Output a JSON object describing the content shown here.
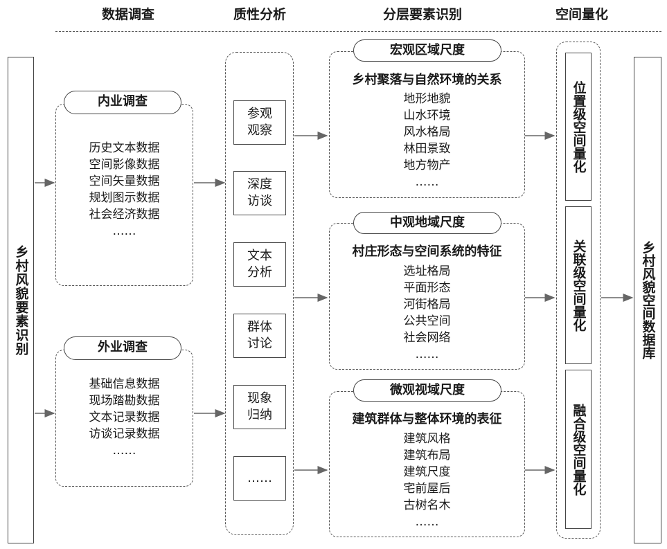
{
  "headers": [
    "数据调查",
    "质性分析",
    "分层要素识别",
    "空间量化"
  ],
  "left_label": "乡村风貌要素识别",
  "right_label": "乡村风貌空间数据库",
  "surveys": [
    {
      "title": "内业调查",
      "items": [
        "历史文本数据",
        "空间影像数据",
        "空间矢量数据",
        "规划图示数据",
        "社会经济数据",
        "……"
      ]
    },
    {
      "title": "外业调查",
      "items": [
        "基础信息数据",
        "现场踏勘数据",
        "文本记录数据",
        "访谈记录数据",
        "……"
      ]
    }
  ],
  "methods": [
    [
      "参观",
      "观察"
    ],
    [
      "深度",
      "访谈"
    ],
    [
      "文本",
      "分析"
    ],
    [
      "群体",
      "讨论"
    ],
    [
      "现象",
      "归纳"
    ],
    [
      "……"
    ]
  ],
  "scales": [
    {
      "title": "宏观区域尺度",
      "subtitle": "乡村聚落与自然环境的关系",
      "items": [
        "地形地貌",
        "山水环境",
        "风水格局",
        "林田景致",
        "地方物产",
        "……"
      ]
    },
    {
      "title": "中观地域尺度",
      "subtitle": "村庄形态与空间系统的特征",
      "items": [
        "选址格局",
        "平面形态",
        "河街格局",
        "公共空间",
        "社会网络",
        "……"
      ]
    },
    {
      "title": "微观视域尺度",
      "subtitle": "建筑群体与整体环境的表征",
      "items": [
        "建筑风格",
        "建筑布局",
        "建筑尺度",
        "宅前屋后",
        "古树名木",
        "……"
      ]
    }
  ],
  "quantify": [
    "位置级空间量化",
    "关联级空间量化",
    "融合级空间量化"
  ],
  "colors": {
    "stroke": "#444444",
    "arrow": "#666666",
    "text": "#1a1a1a"
  }
}
